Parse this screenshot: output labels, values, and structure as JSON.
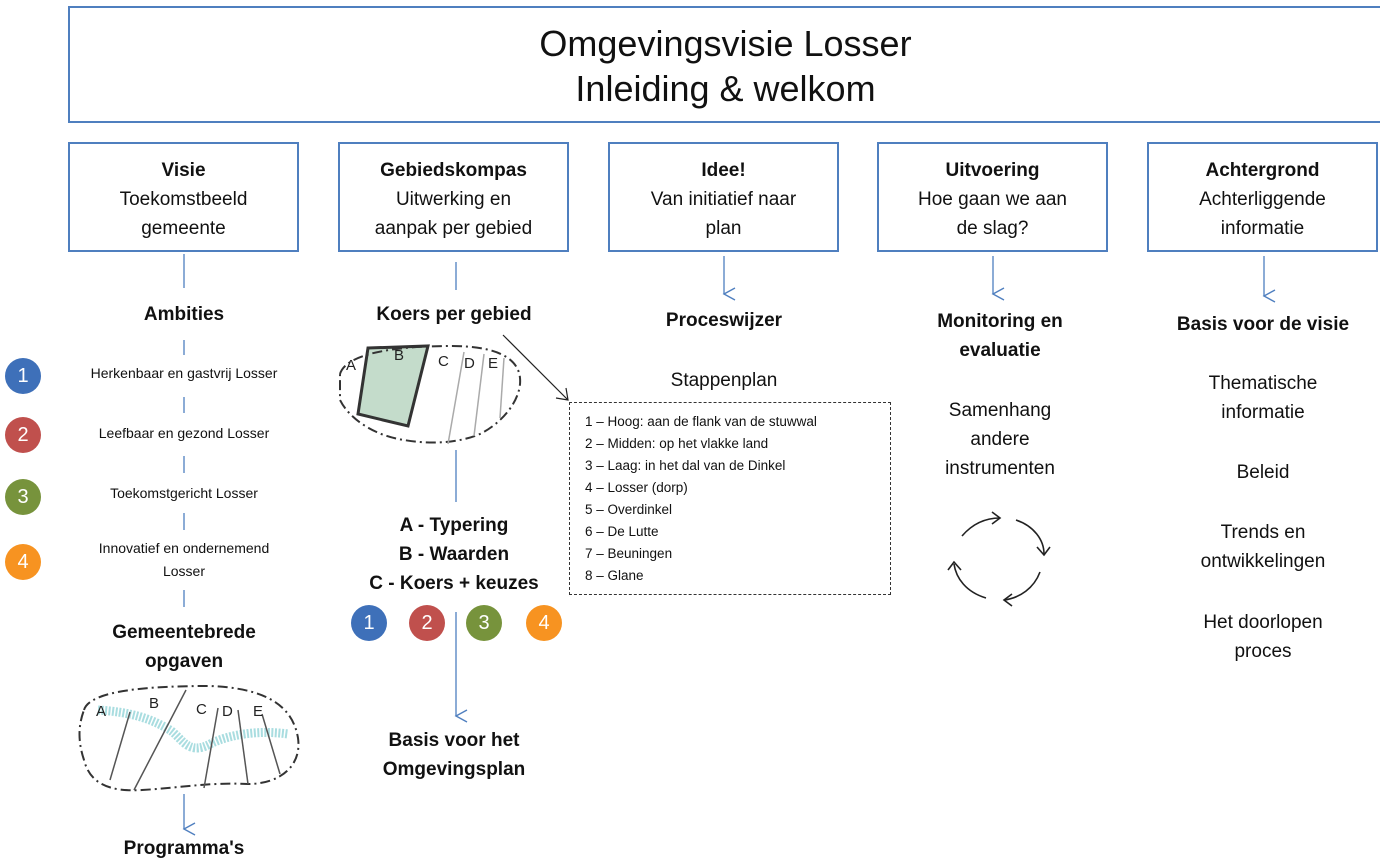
{
  "header": {
    "line1": "Omgevingsvisie Losser",
    "line2": "Inleiding & welkom"
  },
  "columns": {
    "visie": {
      "title": "Visie",
      "sub1": "Toekomstbeeld",
      "sub2": "gemeente"
    },
    "gebied": {
      "title": "Gebiedskompas",
      "sub1": "Uitwerking en",
      "sub2": "aanpak per gebied"
    },
    "idee": {
      "title": "Idee!",
      "sub1": "Van initiatief  naar",
      "sub2": "plan"
    },
    "uitvoering": {
      "title": "Uitvoering",
      "sub1": "Hoe gaan we aan",
      "sub2": "de slag?"
    },
    "achtergrond": {
      "title": "Achtergrond",
      "sub1": "Achterliggende",
      "sub2": "informatie"
    }
  },
  "visie": {
    "ambities_title": "Ambities",
    "ambities": [
      {
        "num": "1",
        "label": "Herkenbaar en gastvrij Losser",
        "color": "#3e70b9"
      },
      {
        "num": "2",
        "label": "Leefbaar en gezond Losser",
        "color": "#c0504d"
      },
      {
        "num": "3",
        "label": "Toekomstgericht Losser",
        "color": "#77933c"
      },
      {
        "num": "4",
        "label1": "Innovatief en ondernemend",
        "label2": "Losser",
        "color": "#f79321"
      }
    ],
    "opgaven1": "Gemeentebrede",
    "opgaven2": "opgaven",
    "programmas": "Programma's",
    "map_letters": [
      "A",
      "B",
      "C",
      "D",
      "E"
    ]
  },
  "gebied": {
    "koers_title": "Koers per gebied",
    "map_letters": [
      "A",
      "B",
      "C",
      "D",
      "E"
    ],
    "abc": [
      "A - Typering",
      "B - Waarden",
      "C - Koers + keuzes"
    ],
    "circles": [
      {
        "num": "1",
        "color": "#3e70b9"
      },
      {
        "num": "2",
        "color": "#c0504d"
      },
      {
        "num": "3",
        "color": "#77933c"
      },
      {
        "num": "4",
        "color": "#f79321"
      }
    ],
    "basis1": "Basis voor het",
    "basis2": "Omgevingsplan"
  },
  "idee": {
    "proceswijzer": "Proceswijzer",
    "stappenplan": "Stappenplan",
    "gebieden": [
      "1 – Hoog: aan de flank van de  stuwwal",
      "2 – Midden: op het vlakke land",
      "3 – Laag: in het dal van de Dinkel",
      "4 – Losser (dorp)",
      "5 – Overdinkel",
      "6 – De Lutte",
      "7 – Beuningen",
      "8 – Glane"
    ]
  },
  "uitvoering": {
    "monitoring1": "Monitoring en",
    "monitoring2": "evaluatie",
    "samenhang1": "Samenhang",
    "samenhang2": "andere",
    "samenhang3": "instrumenten",
    "cycle_icon": "cycle-arrows-icon"
  },
  "achtergrond": {
    "basis": "Basis voor de visie",
    "items": [
      {
        "l1": "Thematische",
        "l2": "informatie"
      },
      {
        "l1": "Beleid"
      },
      {
        "l1": "Trends en",
        "l2": "ontwikkelingen"
      },
      {
        "l1": "Het doorlopen",
        "l2": "proces"
      }
    ]
  },
  "colors": {
    "accent": "#4f7fbf",
    "map_fill": "#c4dccb",
    "river": "#a9dde0"
  }
}
